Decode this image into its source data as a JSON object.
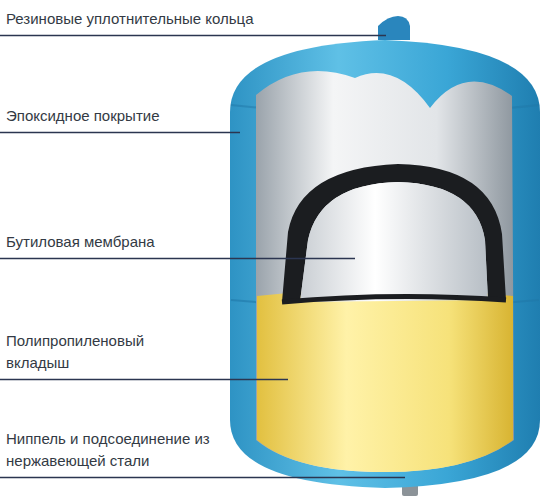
{
  "diagram": {
    "labels": [
      "Резиновые уплотнительные кольца",
      "Эпоксидное покрытие",
      "Бутиловая мембрана",
      "Полипропиленовый вкладыш",
      "Ниппель и подсоединение из нержавеющей стали"
    ]
  }
}
